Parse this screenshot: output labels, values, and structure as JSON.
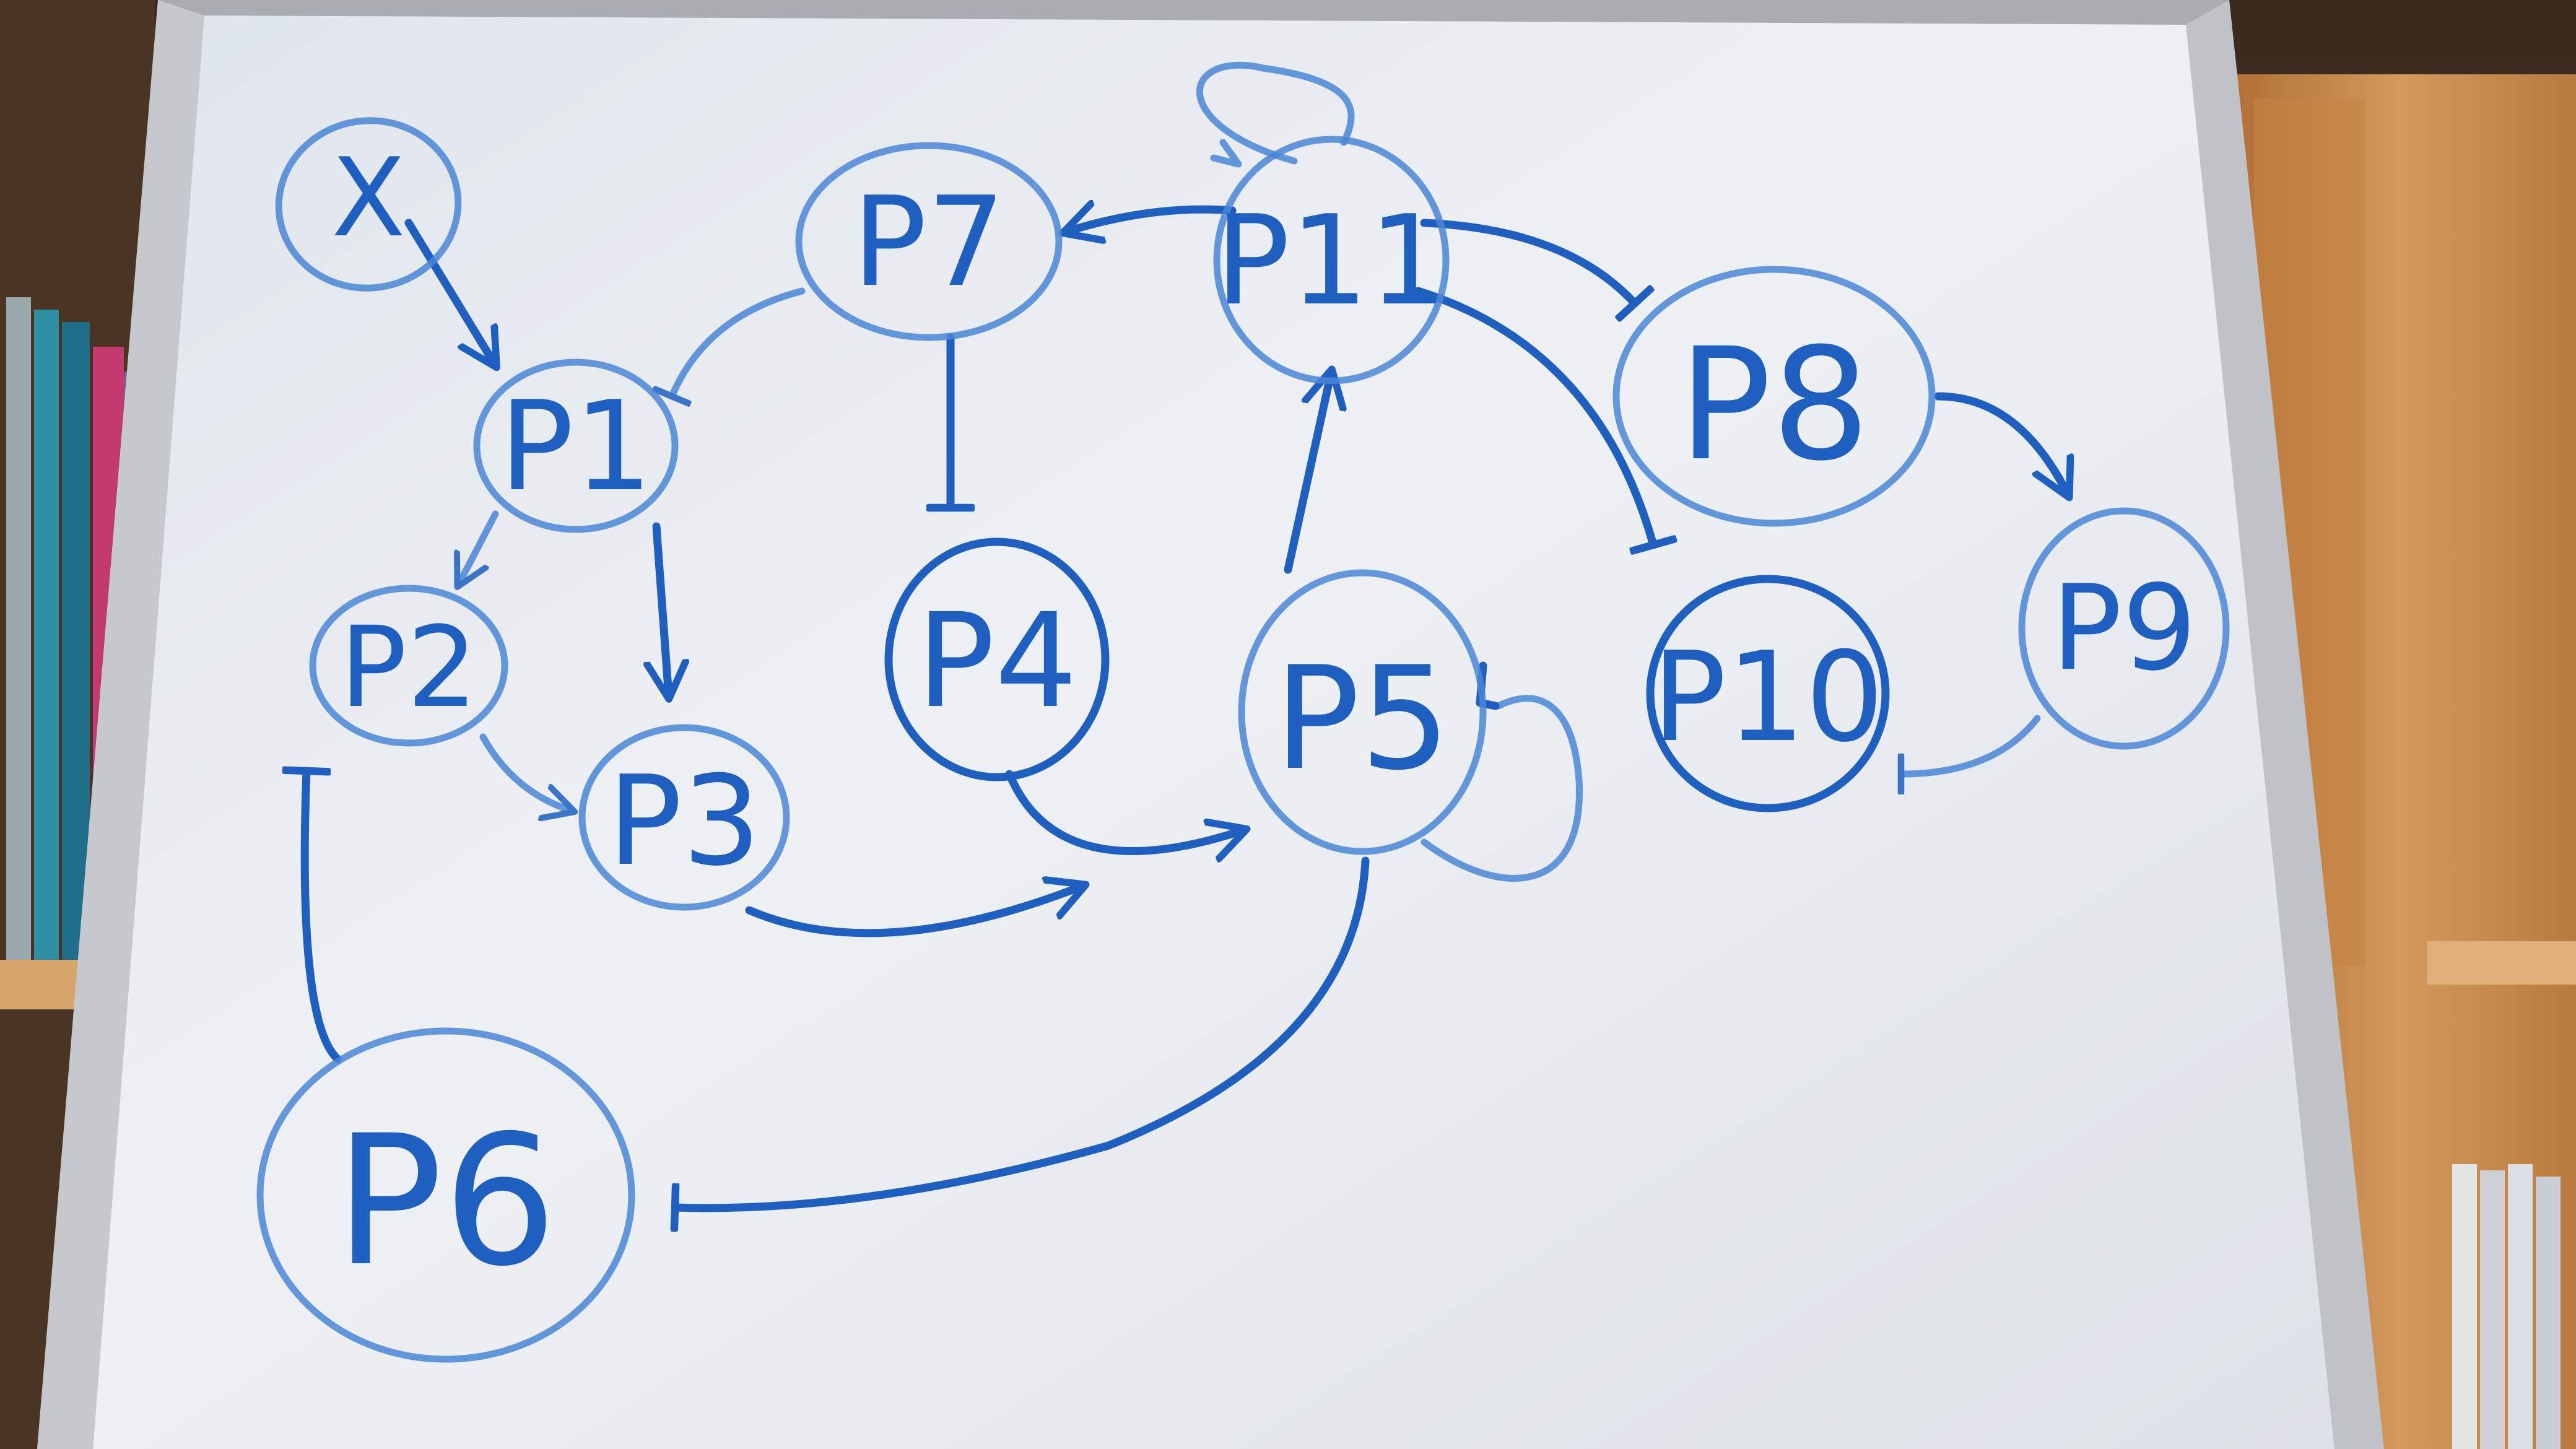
{
  "diagram": {
    "nodes": [
      {
        "id": "X",
        "label": "X"
      },
      {
        "id": "P1",
        "label": "P1"
      },
      {
        "id": "P2",
        "label": "P2"
      },
      {
        "id": "P3",
        "label": "P3"
      },
      {
        "id": "P4",
        "label": "P4"
      },
      {
        "id": "P5",
        "label": "P5"
      },
      {
        "id": "P6",
        "label": "P6"
      },
      {
        "id": "P7",
        "label": "P7"
      },
      {
        "id": "P8",
        "label": "P8"
      },
      {
        "id": "P9",
        "label": "P9"
      },
      {
        "id": "P10",
        "label": "P10"
      },
      {
        "id": "P11",
        "label": "P11"
      }
    ],
    "edges": [
      {
        "from": "X",
        "to": "P1",
        "type": "activation"
      },
      {
        "from": "P1",
        "to": "P2",
        "type": "activation"
      },
      {
        "from": "P1",
        "to": "P3",
        "type": "activation"
      },
      {
        "from": "P2",
        "to": "P3",
        "type": "activation"
      },
      {
        "from": "P3",
        "to": "P5",
        "type": "activation"
      },
      {
        "from": "P4",
        "to": "P5",
        "type": "activation"
      },
      {
        "from": "P5",
        "to": "P11",
        "type": "activation"
      },
      {
        "from": "P11",
        "to": "P7",
        "type": "activation"
      },
      {
        "from": "P11",
        "to": "P11",
        "type": "activation"
      },
      {
        "from": "P8",
        "to": "P9",
        "type": "activation"
      },
      {
        "from": "P7",
        "to": "P1",
        "type": "inhibition"
      },
      {
        "from": "P7",
        "to": "P4",
        "type": "inhibition"
      },
      {
        "from": "P6",
        "to": "P2",
        "type": "inhibition"
      },
      {
        "from": "P5",
        "to": "P6",
        "type": "inhibition"
      },
      {
        "from": "P5",
        "to": "P5",
        "type": "inhibition"
      },
      {
        "from": "P11",
        "to": "P8",
        "type": "inhibition"
      },
      {
        "from": "P11",
        "to": "P10",
        "type": "inhibition"
      },
      {
        "from": "P9",
        "to": "P10",
        "type": "inhibition"
      }
    ],
    "colors": {
      "ink": "#1e5fc0",
      "board": "#e6ebf0",
      "frame": "#b9bcc0",
      "shelf": "#c8894a"
    }
  }
}
